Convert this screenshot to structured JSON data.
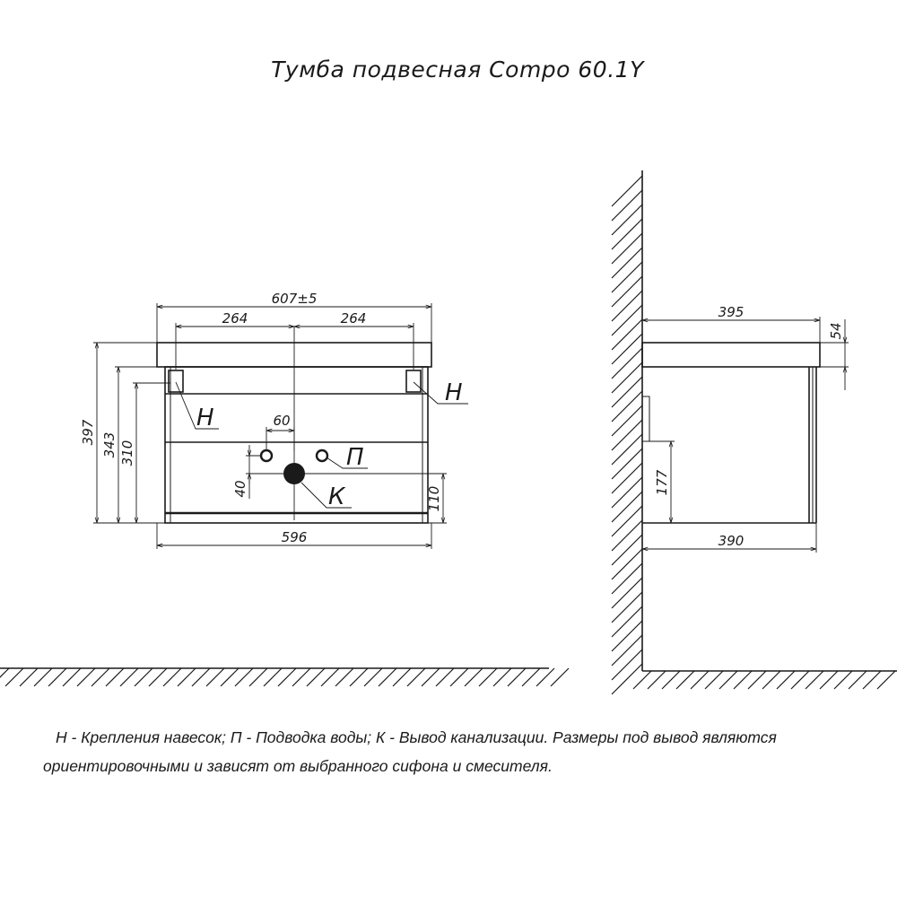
{
  "title": "Тумба подвесная Compo 60.1Y",
  "front": {
    "width_total": "607±5",
    "half_left": "264",
    "half_right": "264",
    "height_total": "397",
    "height_a": "343",
    "height_b": "310",
    "pipe_spacing": "60",
    "pipe_offset": "40",
    "drain_height": "110",
    "body_width": "596",
    "label_n_left": "Н",
    "label_n_right": "Н",
    "label_p": "П",
    "label_k": "К"
  },
  "side": {
    "depth_top": "395",
    "top_thickness": "54",
    "cutout_height": "177",
    "depth_bottom": "390"
  },
  "notes": {
    "line1": "Н - Крепления навесок; П - Подводка воды; К - Вывод канализации. Размеры под вывод являются",
    "line2": "ориентировочными и зависят от выбранного сифона и смесителя."
  }
}
